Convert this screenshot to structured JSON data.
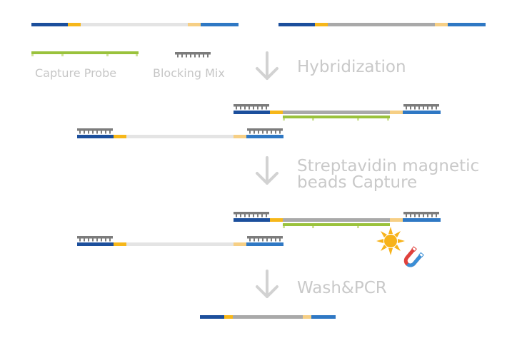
{
  "legend": {
    "capture_probe": "Capture Probe",
    "blocking_mix": "Blocking Mix"
  },
  "steps": {
    "hybridization": "Hybridization",
    "streptavidin_line1": "Streptavidin magnetic",
    "streptavidin_line2": "beads Capture",
    "wash_pcr": "Wash&PCR"
  },
  "colors": {
    "dark_blue": "#1c4f9c",
    "mid_blue": "#2f78c4",
    "yellow": "#f6b71a",
    "light_yellow": "#f6cf85",
    "light_gray": "#e4e4e4",
    "mid_gray": "#a9a9a9",
    "green": "#9ac23c",
    "light_green": "#cfe39a",
    "blocker_gray": "#7c7c7c",
    "arrow_gray": "#d2d2d2",
    "sun_yellow": "#f7b31b",
    "magnet_red": "#e0413c",
    "magnet_blue": "#3a8fd6"
  },
  "icons": {
    "arrow": "down-arrow-icon",
    "bead": "sun-bead-icon",
    "magnet": "magnet-icon"
  }
}
